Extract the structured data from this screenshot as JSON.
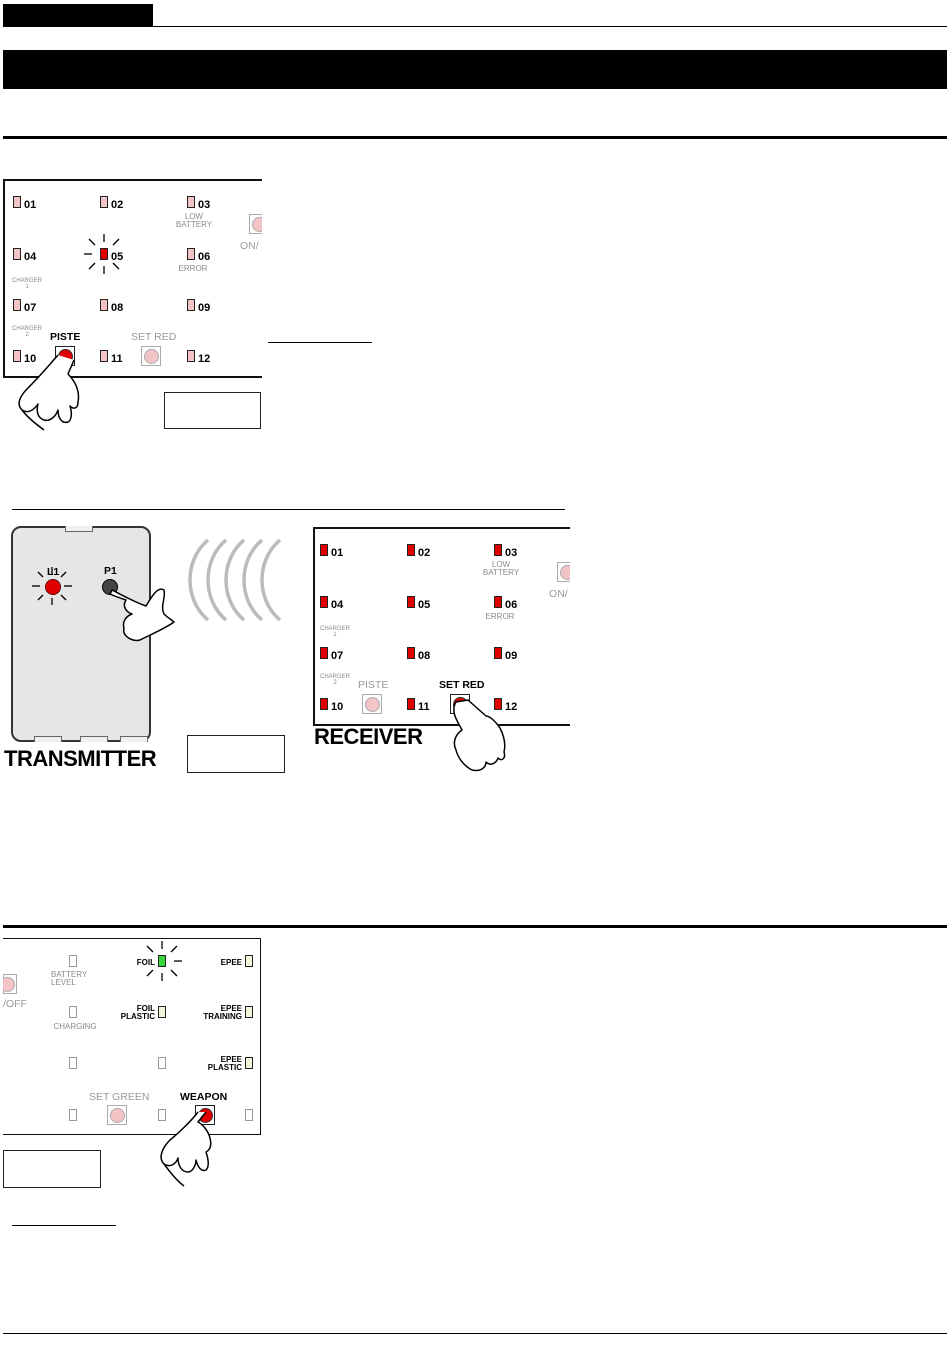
{
  "panel1": {
    "leds": [
      "01",
      "02",
      "03",
      "04",
      "05",
      "06",
      "07",
      "08",
      "09",
      "10",
      "11",
      "12"
    ],
    "cap_low_battery": "LOW\nBATTERY",
    "cap_error": "ERROR",
    "cap_charger1": "CHARGER\n1",
    "cap_charger2": "CHARGER\n2",
    "on_label": "ON/",
    "piste_label": "PISTE",
    "set_red_label": "SET RED"
  },
  "panel2": {
    "transmitter_title": "TRANSMITTER",
    "receiver_title": "RECEIVER",
    "l1_label": "L1",
    "p1_label": "P1",
    "leds": [
      "01",
      "02",
      "03",
      "04",
      "05",
      "06",
      "07",
      "08",
      "09",
      "10",
      "11",
      "12"
    ],
    "cap_low_battery": "LOW\nBATTERY",
    "cap_error": "ERROR",
    "cap_charger1": "CHARGER\n1",
    "cap_charger2": "CHARGER\n2",
    "on_label": "ON/",
    "piste_label": "PISTE",
    "set_red_label": "SET RED"
  },
  "panel3": {
    "off_label": "/OFF",
    "battery_level": "BATTERY\nLEVEL",
    "charging": "CHARGING",
    "foil": "FOIL",
    "epee": "EPEE",
    "foil_plastic": "FOIL\nPLASTIC",
    "epee_training": "EPEE\nTRAINING",
    "epee_plastic": "EPEE\nPLASTIC",
    "set_green": "SET GREEN",
    "weapon": "WEAPON"
  },
  "colors": {
    "led_red": "#e00000",
    "led_pink": "#f4c3c5",
    "led_green": "#36d33a",
    "header_bar": "#000000"
  }
}
